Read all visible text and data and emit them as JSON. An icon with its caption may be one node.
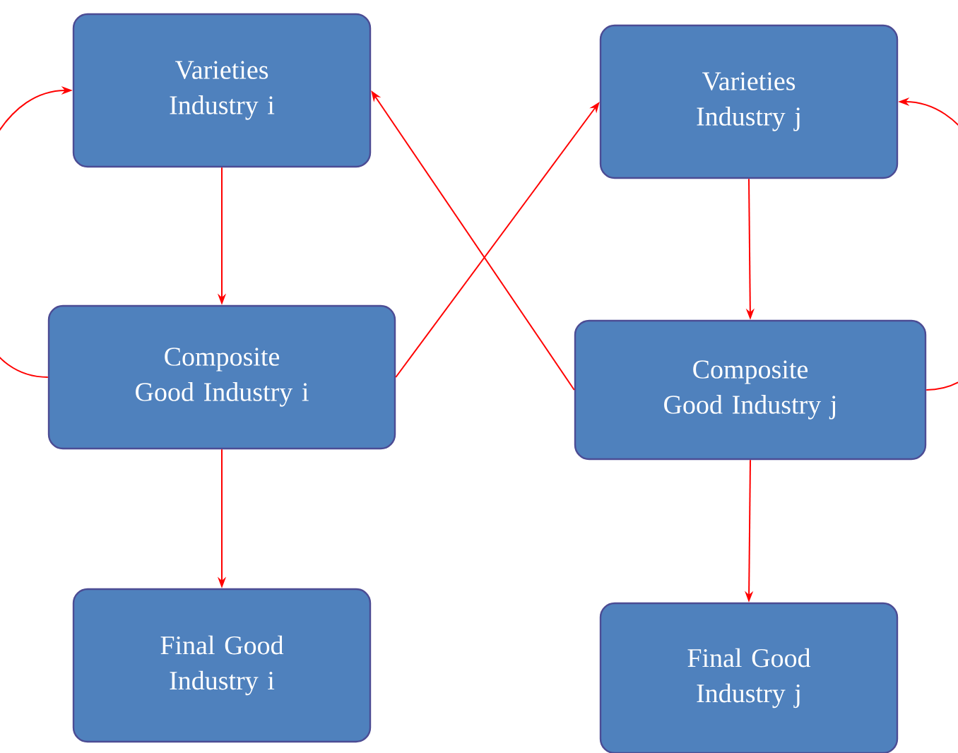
{
  "diagram": {
    "nodes": [
      {
        "text": [
          "Varieties Industry i"
        ]
      },
      {
        "text": [
          "Varieties Industry j"
        ]
      },
      {
        "text": [
          "Composite Good Industry i"
        ]
      },
      {
        "text": [
          "Composite Good Industry j"
        ]
      },
      {
        "text": [
          "Final Good Industry i"
        ]
      },
      {
        "text": [
          "Final Good Industry j"
        ]
      }
    ],
    "edges": [
      {
        "from": 0,
        "to": 2,
        "arrow": "to"
      },
      {
        "from": 2,
        "to": 4,
        "arrow": "to"
      },
      {
        "from": 1,
        "to": 3,
        "arrow": "to"
      },
      {
        "from": 3,
        "to": 5,
        "arrow": "to"
      },
      {
        "from": 2,
        "to": 0,
        "arrow": "to"
      },
      {
        "from": 3,
        "to": 1,
        "arrow": "to"
      },
      {
        "from": 2,
        "to": 1,
        "arrow": "to"
      },
      {
        "from": 3,
        "to": 0,
        "arrow": "to"
      }
    ]
  }
}
